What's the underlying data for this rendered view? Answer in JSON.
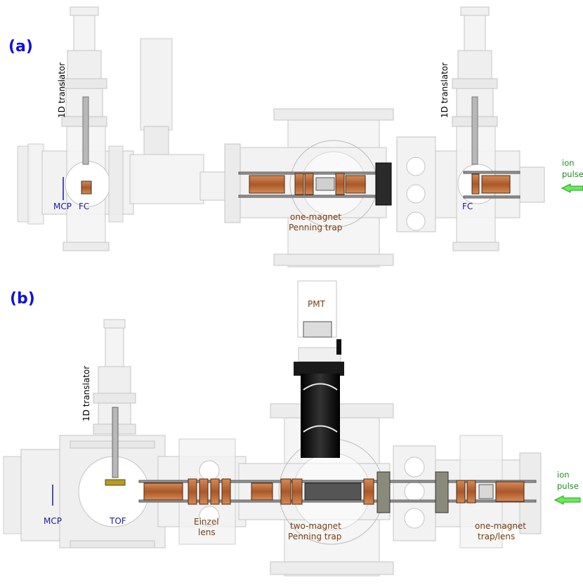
{
  "colors": {
    "panel_label": "#1010e0",
    "mcp_fc_label": "#1a1aa0",
    "component_label": "#7a3b10",
    "ion_label": "#1e8c1e",
    "arrow_fill": "#66ee55",
    "arrow_stroke": "#2a9a2a",
    "chamber_stroke": "#c4c4c4",
    "chamber_fill": "#eeeeee",
    "copper": "#b8683a",
    "dark": "#1a1a1a"
  },
  "panel_a": {
    "label": "(a)",
    "translator_left": "1D translator",
    "translator_right": "1D translator",
    "mcp": "MCP",
    "fc_left": "FC",
    "fc_right": "FC",
    "trap_line1": "one-magnet",
    "trap_line2": "Penning trap",
    "ion_line1": "ion",
    "ion_line2": "pulse"
  },
  "panel_b": {
    "label": "(b)",
    "translator": "1D translator",
    "pmt": "PMT",
    "mcp": "MCP",
    "tof": "TOF",
    "einzel_line1": "Einzel",
    "einzel_line2": "lens",
    "trap2_line1": "two-magnet",
    "trap2_line2": "Penning trap",
    "trap1_line1": "one-magnet",
    "trap1_line2": "trap/lens",
    "ion_line1": "ion",
    "ion_line2": "pulse"
  }
}
